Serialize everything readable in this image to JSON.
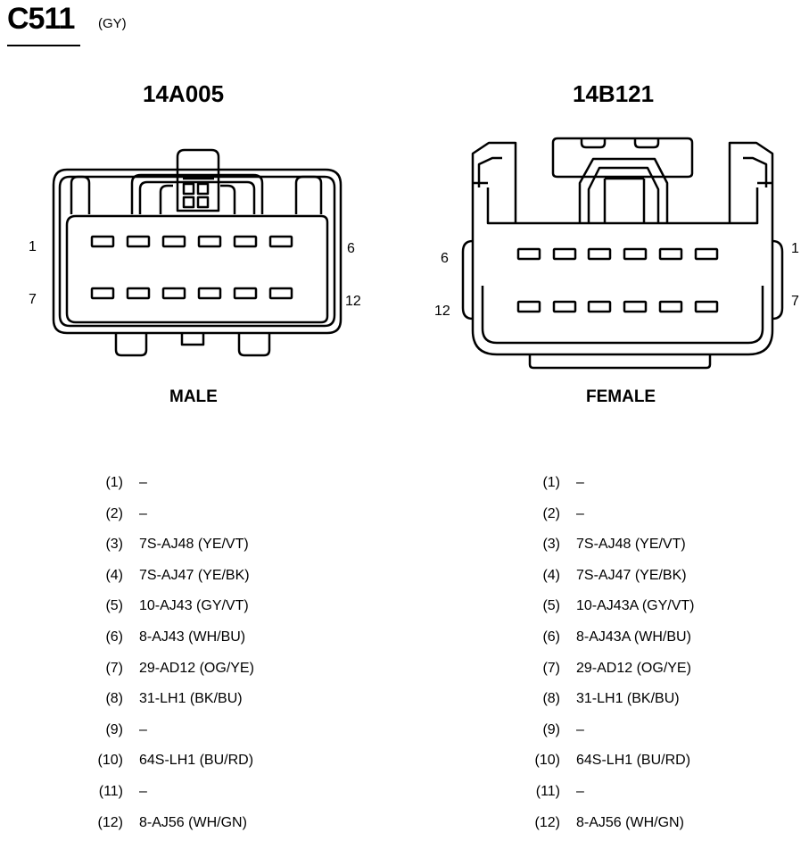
{
  "header": {
    "connector": "C511",
    "color_code": "(GY)"
  },
  "male": {
    "part_number": "14A005",
    "gender": "MALE",
    "pin_labels": {
      "top_left": "1",
      "bottom_left": "7",
      "top_right": "6",
      "bottom_right": "12"
    },
    "pins": [
      {
        "num": "(1)",
        "value": "–"
      },
      {
        "num": "(2)",
        "value": "–"
      },
      {
        "num": "(3)",
        "value": "7S-AJ48 (YE/VT)"
      },
      {
        "num": "(4)",
        "value": "7S-AJ47 (YE/BK)"
      },
      {
        "num": "(5)",
        "value": "10-AJ43 (GY/VT)"
      },
      {
        "num": "(6)",
        "value": "8-AJ43 (WH/BU)"
      },
      {
        "num": "(7)",
        "value": "29-AD12 (OG/YE)"
      },
      {
        "num": "(8)",
        "value": "31-LH1 (BK/BU)"
      },
      {
        "num": "(9)",
        "value": "–"
      },
      {
        "num": "(10)",
        "value": "64S-LH1 (BU/RD)"
      },
      {
        "num": "(11)",
        "value": "–"
      },
      {
        "num": "(12)",
        "value": "8-AJ56 (WH/GN)"
      }
    ]
  },
  "female": {
    "part_number": "14B121",
    "gender": "FEMALE",
    "pin_labels": {
      "top_left": "6",
      "bottom_left": "12",
      "top_right": "1",
      "bottom_right": "7"
    },
    "pins": [
      {
        "num": "(1)",
        "value": "–"
      },
      {
        "num": "(2)",
        "value": "–"
      },
      {
        "num": "(3)",
        "value": "7S-AJ48 (YE/VT)"
      },
      {
        "num": "(4)",
        "value": "7S-AJ47 (YE/BK)"
      },
      {
        "num": "(5)",
        "value": "10-AJ43A (GY/VT)"
      },
      {
        "num": "(6)",
        "value": "8-AJ43A (WH/BU)"
      },
      {
        "num": "(7)",
        "value": "29-AD12 (OG/YE)"
      },
      {
        "num": "(8)",
        "value": "31-LH1 (BK/BU)"
      },
      {
        "num": "(9)",
        "value": "–"
      },
      {
        "num": "(10)",
        "value": "64S-LH1 (BU/RD)"
      },
      {
        "num": "(11)",
        "value": "–"
      },
      {
        "num": "(12)",
        "value": "8-AJ56 (WH/GN)"
      }
    ]
  }
}
